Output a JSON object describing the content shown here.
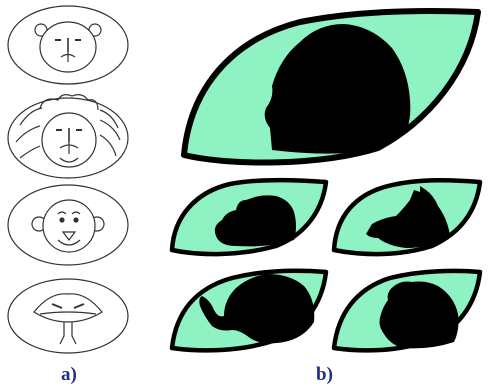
{
  "panels": {
    "a": {
      "label": "a)",
      "faces": [
        {
          "name": "lion-cub-face"
        },
        {
          "name": "lion-mane-face"
        },
        {
          "name": "monkey-face"
        },
        {
          "name": "snake-face"
        }
      ]
    },
    "b": {
      "label": "b)",
      "fill_color": "#8ef2c2",
      "outline_color": "#000000",
      "silhouette_color": "#000000",
      "leaves": [
        {
          "name": "gorilla-leaf"
        },
        {
          "name": "hippo-leaf"
        },
        {
          "name": "giraffe-leaf"
        },
        {
          "name": "elephant-leaf"
        },
        {
          "name": "bear-leaf"
        }
      ]
    }
  }
}
